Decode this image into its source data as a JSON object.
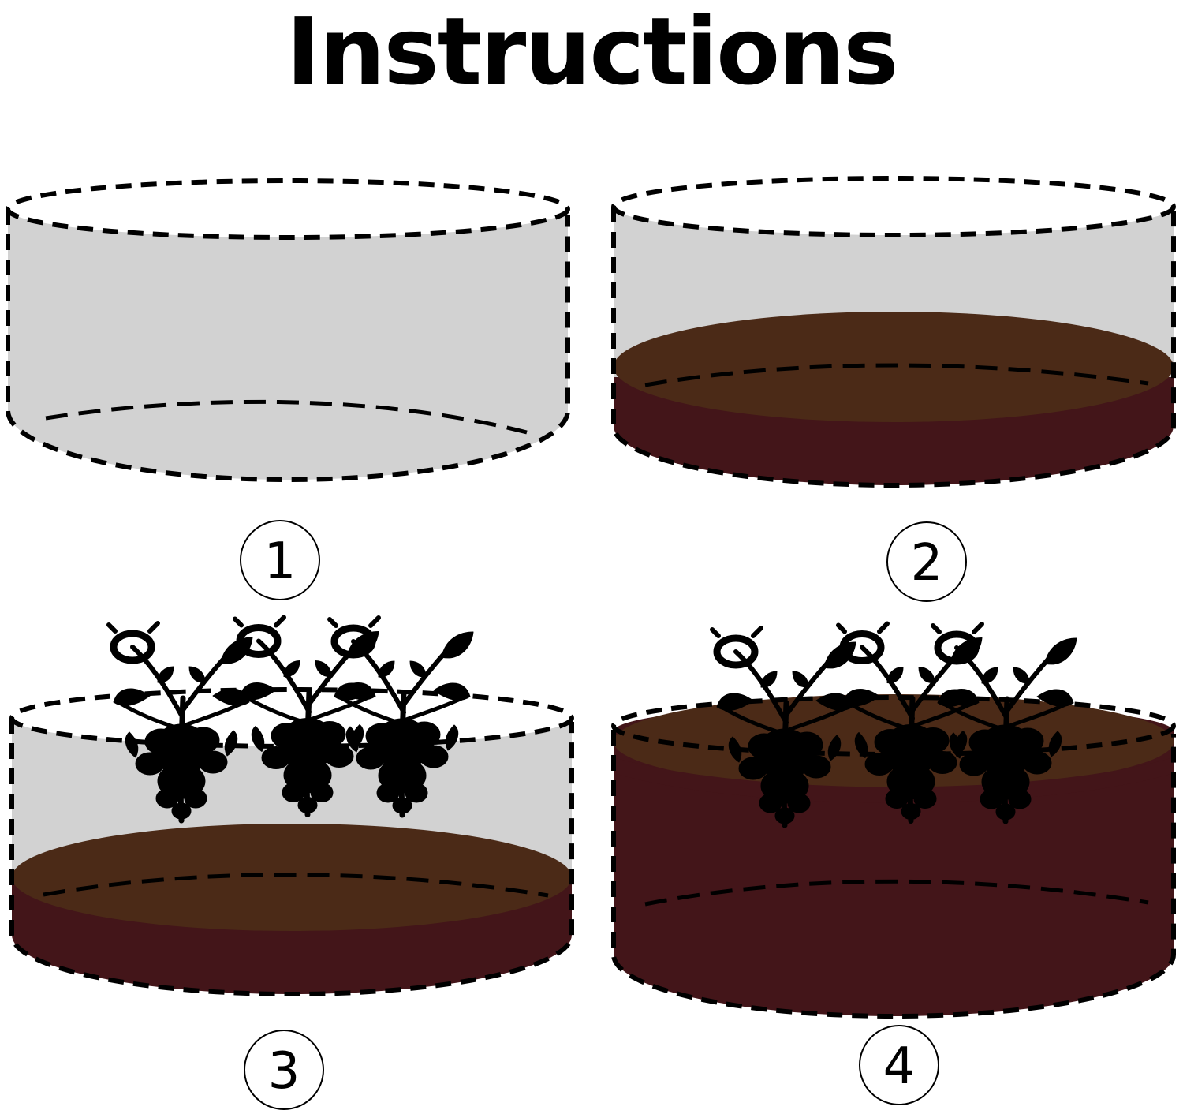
{
  "title": "Instructions",
  "colors": {
    "bag": "#d2d2d2",
    "soil_top": "#4b2a17",
    "soil_side": "#431519",
    "plant": "#000000",
    "outline": "#000000"
  },
  "icons": [
    "grow-bag-icon",
    "soil-icon",
    "potato-plant-icon"
  ],
  "steps": [
    {
      "label": "1",
      "soil": "none",
      "plants": 0
    },
    {
      "label": "2",
      "soil": "low",
      "plants": 0
    },
    {
      "label": "3",
      "soil": "low",
      "plants": 3
    },
    {
      "label": "4",
      "soil": "full",
      "plants": 3
    }
  ]
}
